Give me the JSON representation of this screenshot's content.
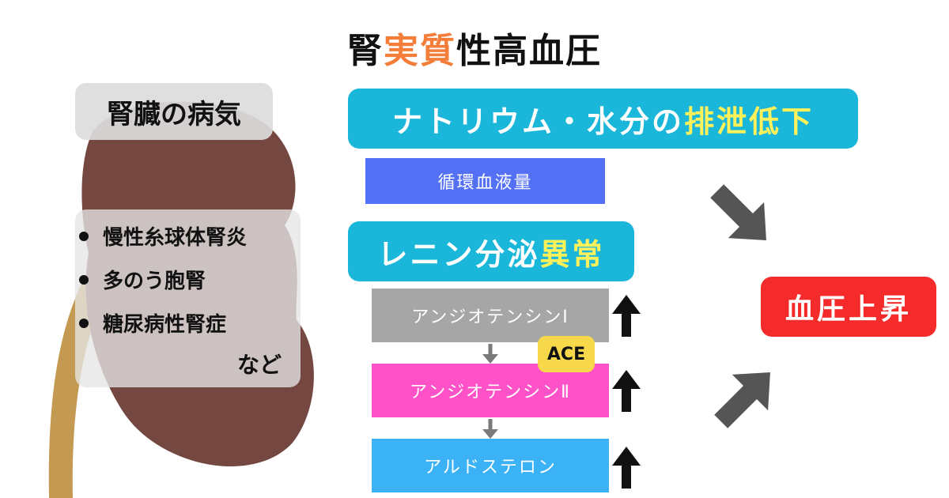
{
  "title": {
    "part1": "腎",
    "part2": "実質",
    "part3": "性高血圧",
    "accent_color": "#f47d3a"
  },
  "kidney": {
    "label": "腎臓の病気",
    "diseases": [
      "慢性糸球体腎炎",
      "多のう胞腎",
      "糖尿病性腎症"
    ],
    "etc": "など",
    "kidney_color": "#744741",
    "ureter_color": "#c49a52"
  },
  "flow": {
    "sodium": {
      "text": "ナトリウム・水分の",
      "highlight": "排泄低下"
    },
    "blood_volume": "循環血液量",
    "renin": {
      "text": "レニン分泌",
      "highlight": "異常"
    },
    "angiotensin1": "アンジオテンシンⅠ",
    "angiotensin2": "アンジオテンシンⅡ",
    "aldosterone": "アルドステロン",
    "enzyme": "ACE",
    "result": "血圧上昇"
  },
  "colors": {
    "cyan": "#1bb7da",
    "blue": "#5470f5",
    "gray": "#a6a6a6",
    "pink": "#ff52c8",
    "sky": "#3ab2f5",
    "red": "#f52b2b",
    "yellow": "#f7d84a",
    "arrow": "#555555"
  },
  "icons": {
    "up_arrow": "up-arrow-icon",
    "down_arrow": "down-arrow-icon",
    "diagonal_arrow": "diagonal-arrow-icon"
  }
}
